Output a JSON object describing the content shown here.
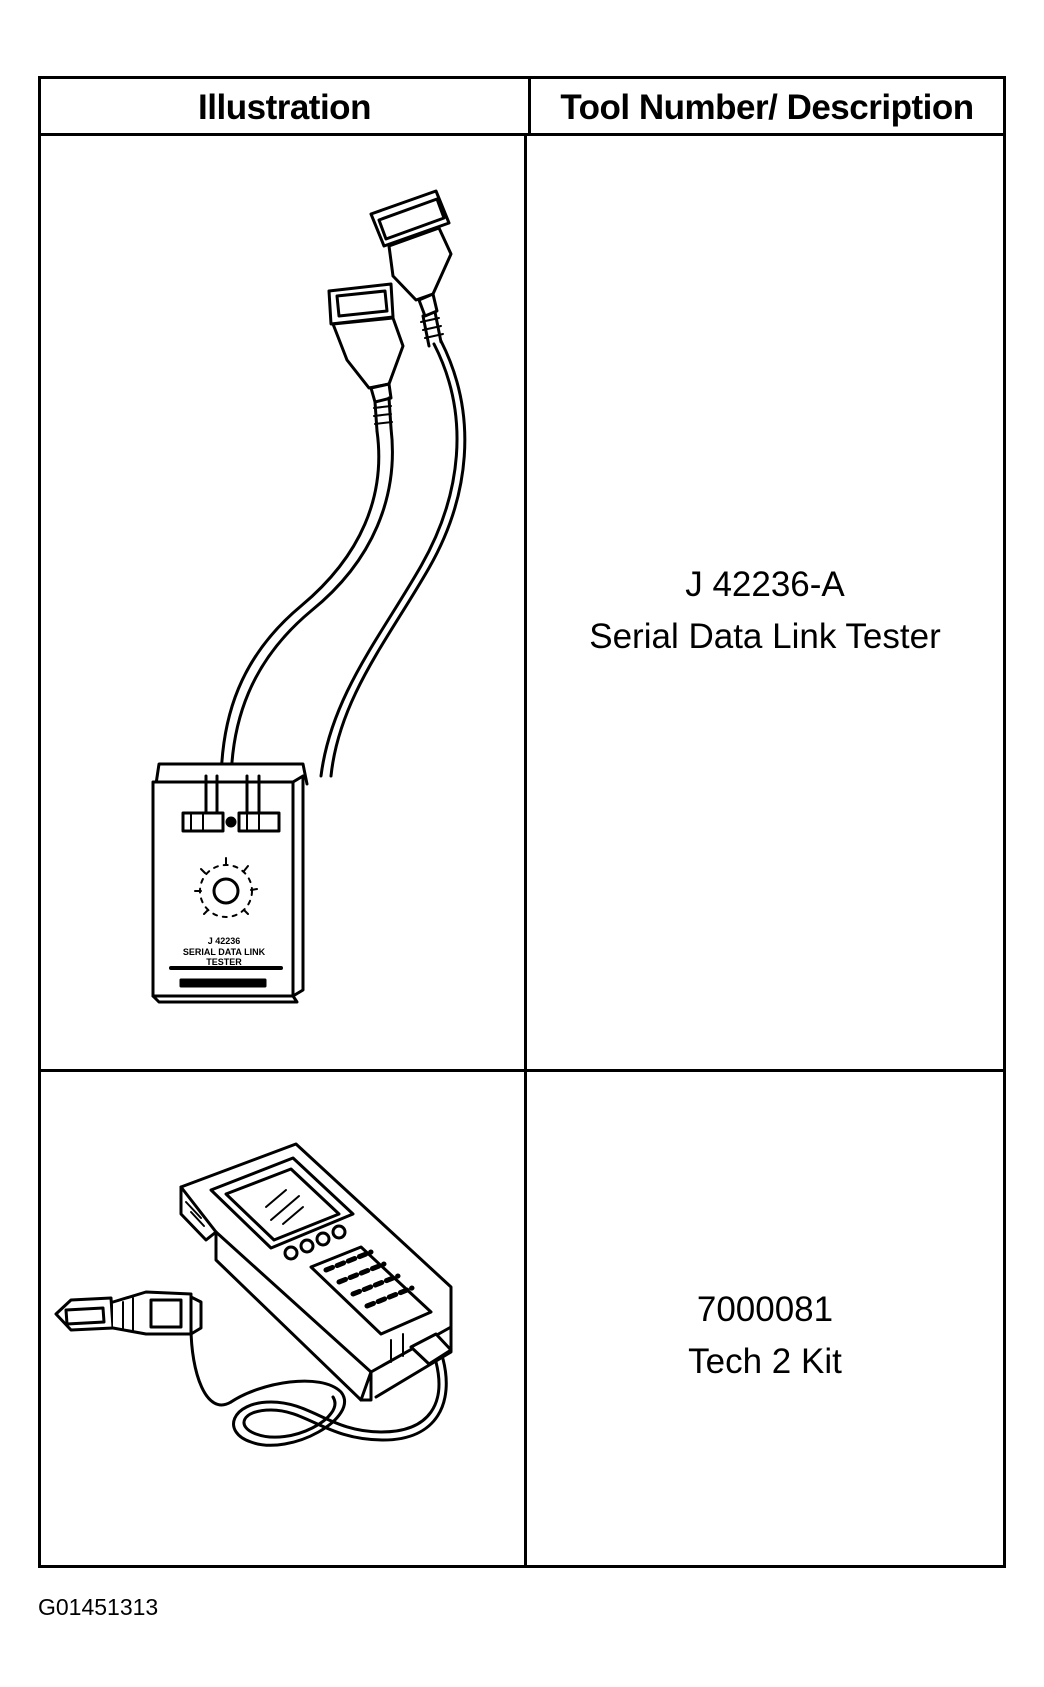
{
  "table": {
    "headers": {
      "illustration": "Illustration",
      "description": "Tool Number/ Description"
    },
    "rows": [
      {
        "tool_number": "J 42236-A",
        "description": "Serial Data Link Tester",
        "icon": "serial-data-link-tester-icon",
        "device_label": [
          "J 42236",
          "SERIAL DATA LINK",
          "TESTER"
        ]
      },
      {
        "tool_number": "7000081",
        "description": "Tech 2 Kit",
        "icon": "tech-2-scan-tool-icon"
      }
    ]
  },
  "figure_id": "G01451313",
  "colors": {
    "ink": "#000000",
    "paper": "#ffffff"
  }
}
